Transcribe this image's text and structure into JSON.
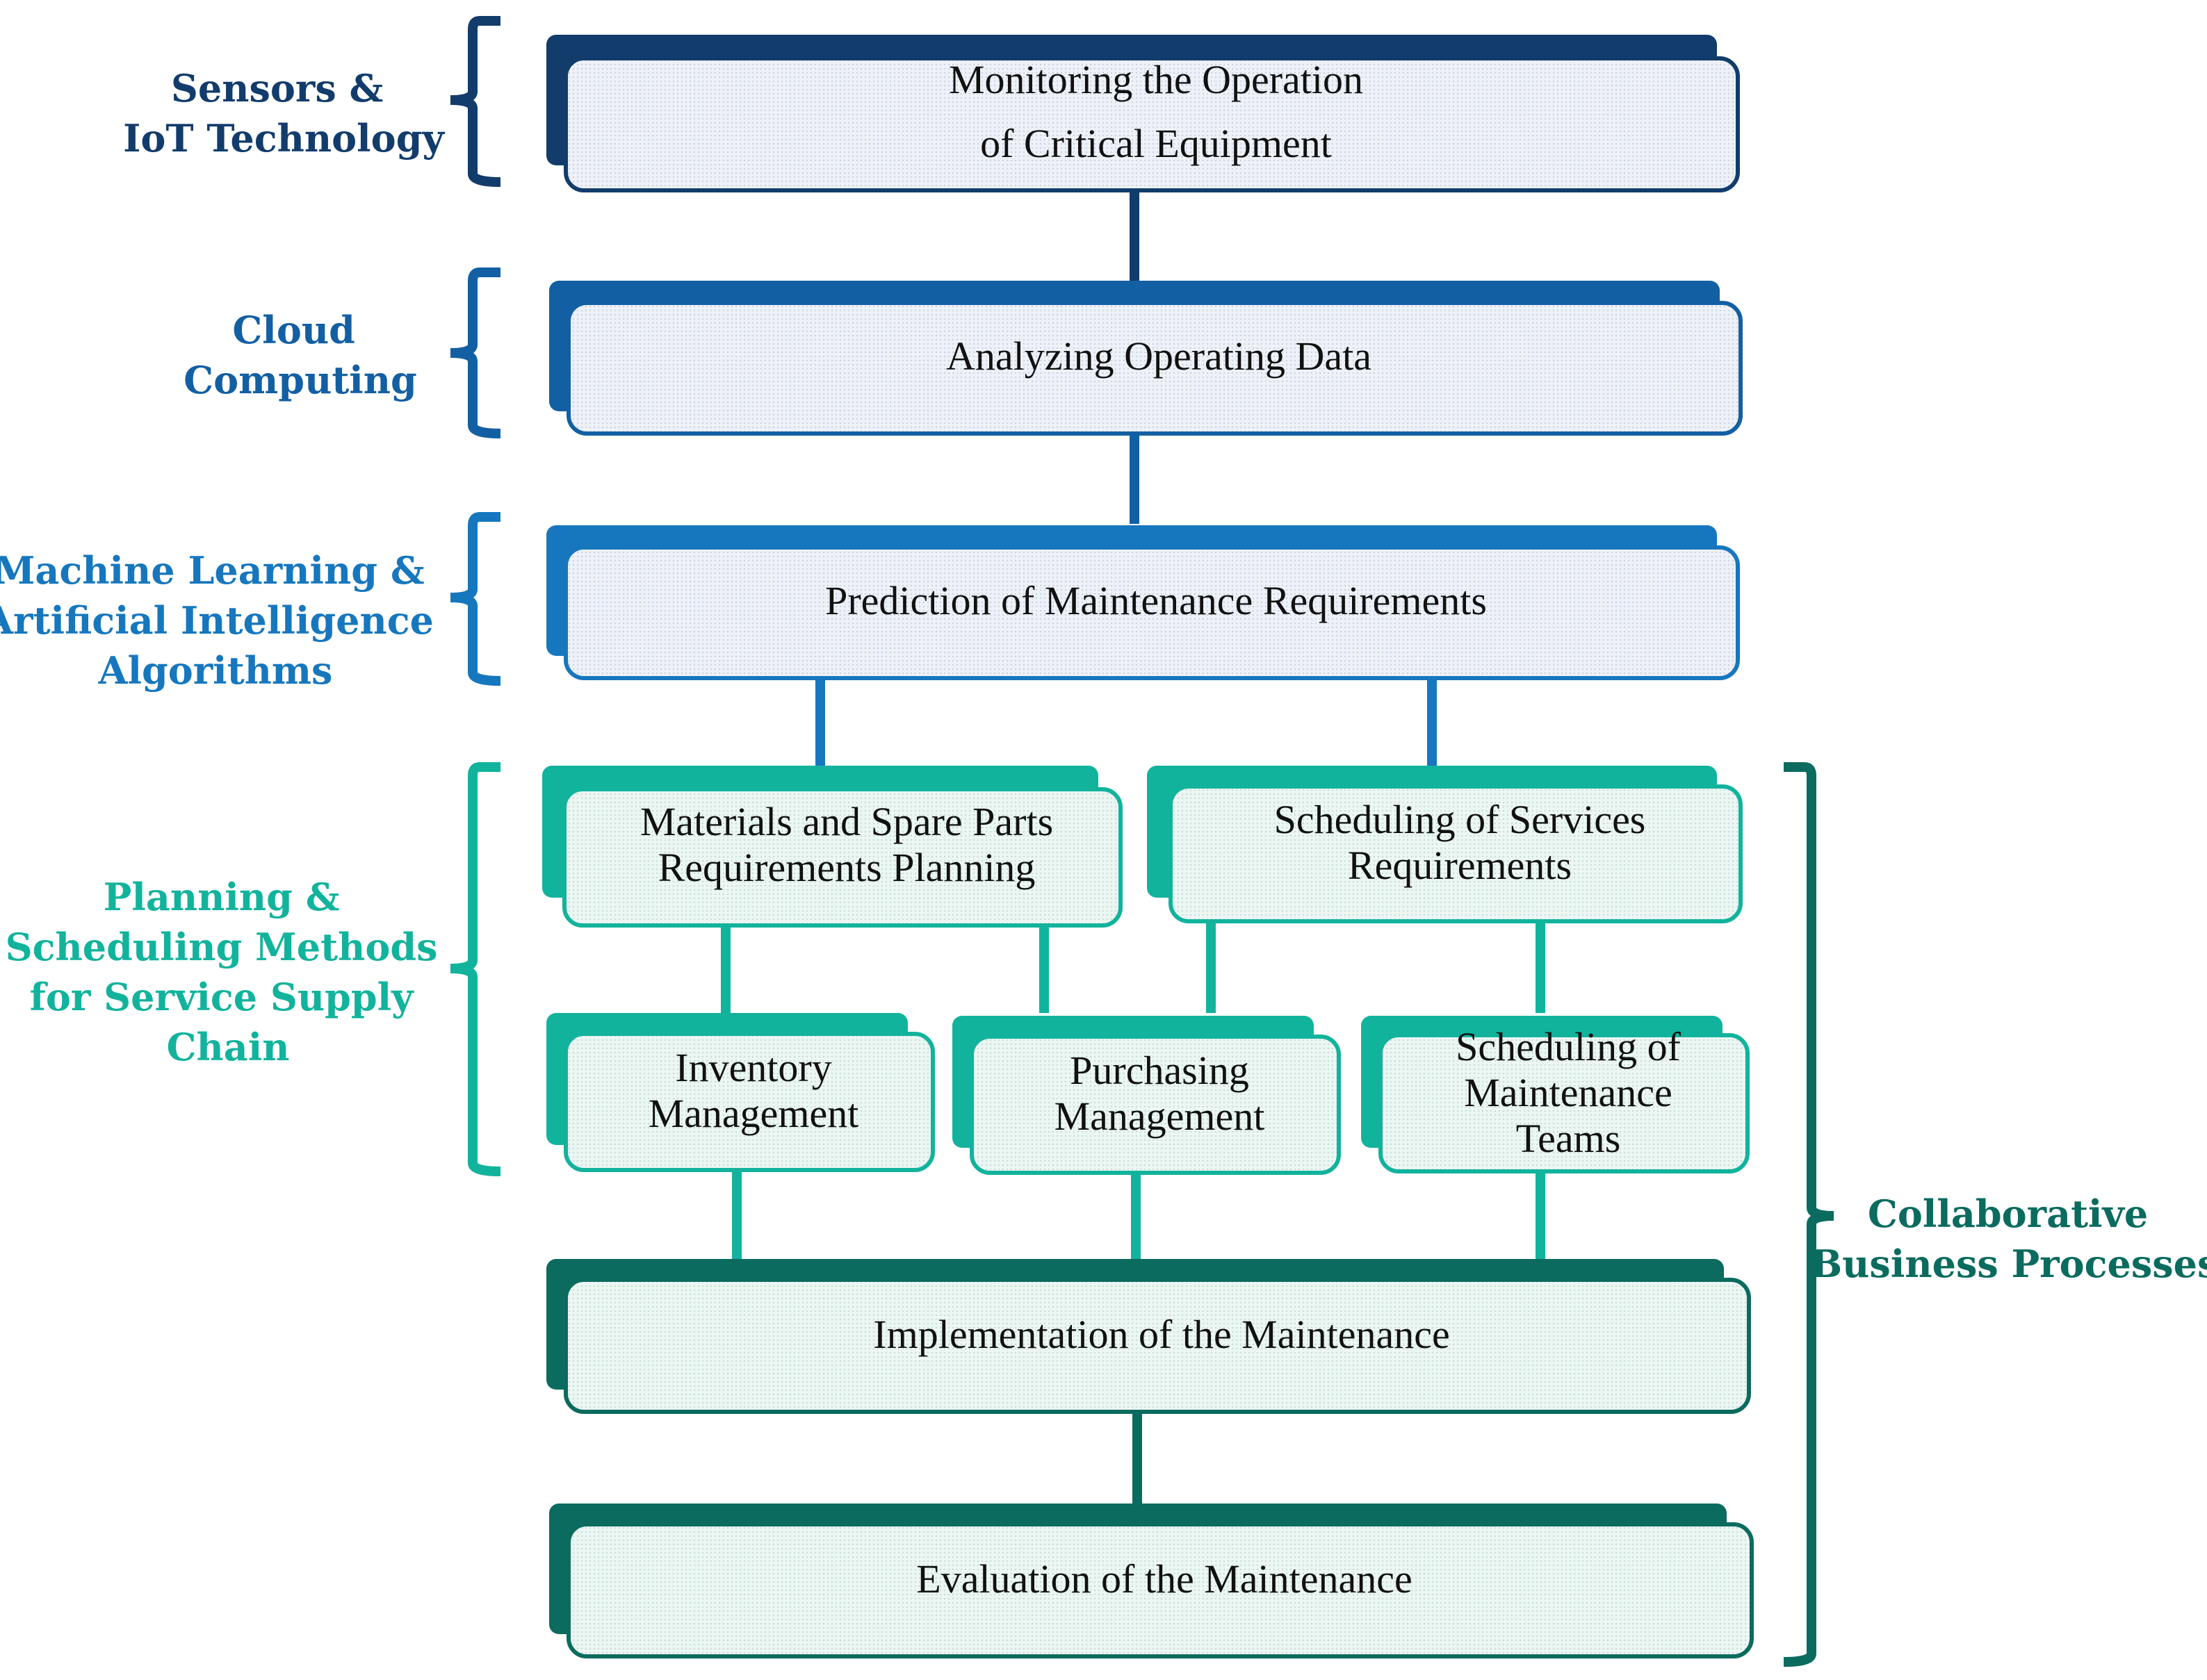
{
  "colors": {
    "navy": "#123c6b",
    "blue": "#135fa3",
    "mid_blue": "#1677be",
    "teal": "#12b39c",
    "dark_teal": "#0a6b5e",
    "box_fill": "#e9eef6",
    "box_fill_teal": "#e5f3f0"
  },
  "side_labels": {
    "sensors": [
      "Sensors &",
      "IoT Technology"
    ],
    "cloud": [
      "Cloud",
      "Computing"
    ],
    "ml": [
      "Machine Learning &",
      "Artificial Intelligence",
      "Algorithms"
    ],
    "planning": [
      "Planning &",
      "Scheduling Methods",
      "for Service Supply",
      "Chain"
    ],
    "collab": [
      "Collaborative",
      "Business Processes"
    ]
  },
  "boxes": {
    "monitoring": [
      "Monitoring the Operation",
      "of Critical Equipment"
    ],
    "analyzing": [
      "Analyzing Operating Data"
    ],
    "prediction": [
      "Prediction of Maintenance Requirements"
    ],
    "materials": [
      "Materials and Spare Parts",
      "Requirements Planning"
    ],
    "scheduling_services": [
      "Scheduling of Services",
      "Requirements"
    ],
    "inventory": [
      "Inventory",
      "Management"
    ],
    "purchasing": [
      "Purchasing",
      "Management"
    ],
    "scheduling_teams": [
      "Scheduling of",
      "Maintenance",
      "Teams"
    ],
    "implementation": [
      "Implementation of the Maintenance"
    ],
    "evaluation": [
      "Evaluation of the Maintenance"
    ]
  }
}
